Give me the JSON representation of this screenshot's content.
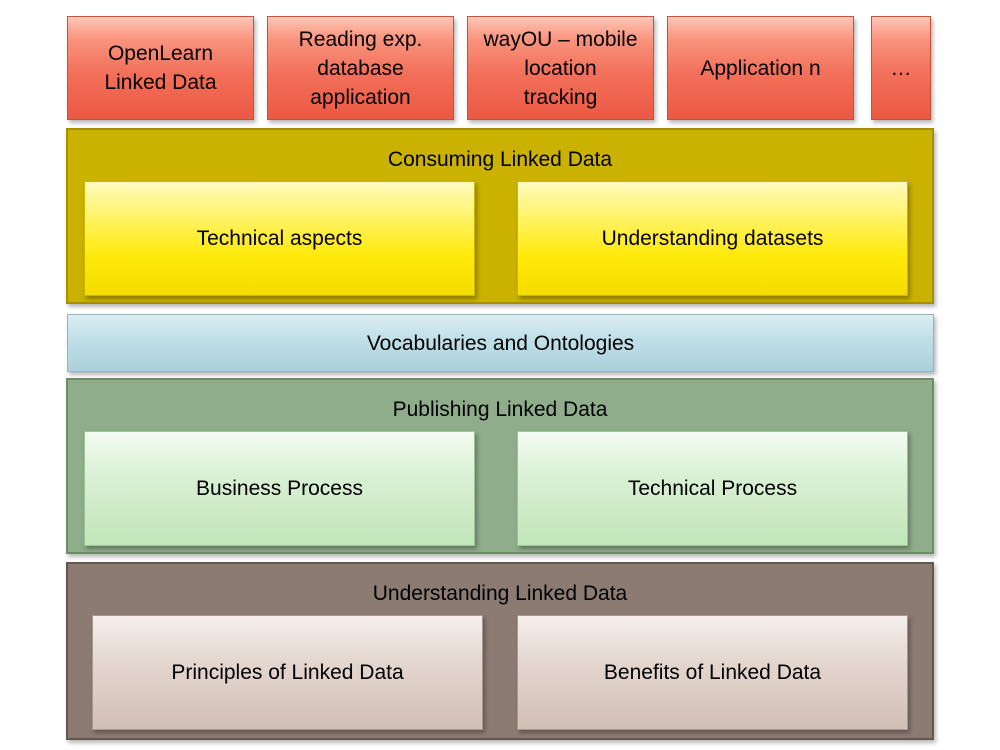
{
  "applications": [
    {
      "label": "OpenLearn\nLinked Data"
    },
    {
      "label": "Reading exp.\ndatabase\napplication"
    },
    {
      "label": "wayOU – mobile\nlocation\ntracking"
    },
    {
      "label": "Application n"
    },
    {
      "label": "…"
    }
  ],
  "consuming": {
    "title": "Consuming Linked Data",
    "items": [
      "Technical aspects",
      "Understanding datasets"
    ]
  },
  "vocabularies": {
    "title": "Vocabularies and Ontologies"
  },
  "publishing": {
    "title": "Publishing Linked Data",
    "items": [
      "Business Process",
      "Technical Process"
    ]
  },
  "understanding": {
    "title": "Understanding Linked Data",
    "items": [
      "Principles of Linked Data",
      "Benefits of Linked Data"
    ]
  },
  "colors": {
    "application": "#f3705a",
    "consuming_layer": "#cbb100",
    "consuming_item": "#fff36a",
    "vocabularies": "#bfdfe7",
    "publishing_layer": "#8fac8b",
    "publishing_item": "#d9f0d4",
    "understanding_layer": "#8b7b72",
    "understanding_item": "#e4d7d0"
  }
}
